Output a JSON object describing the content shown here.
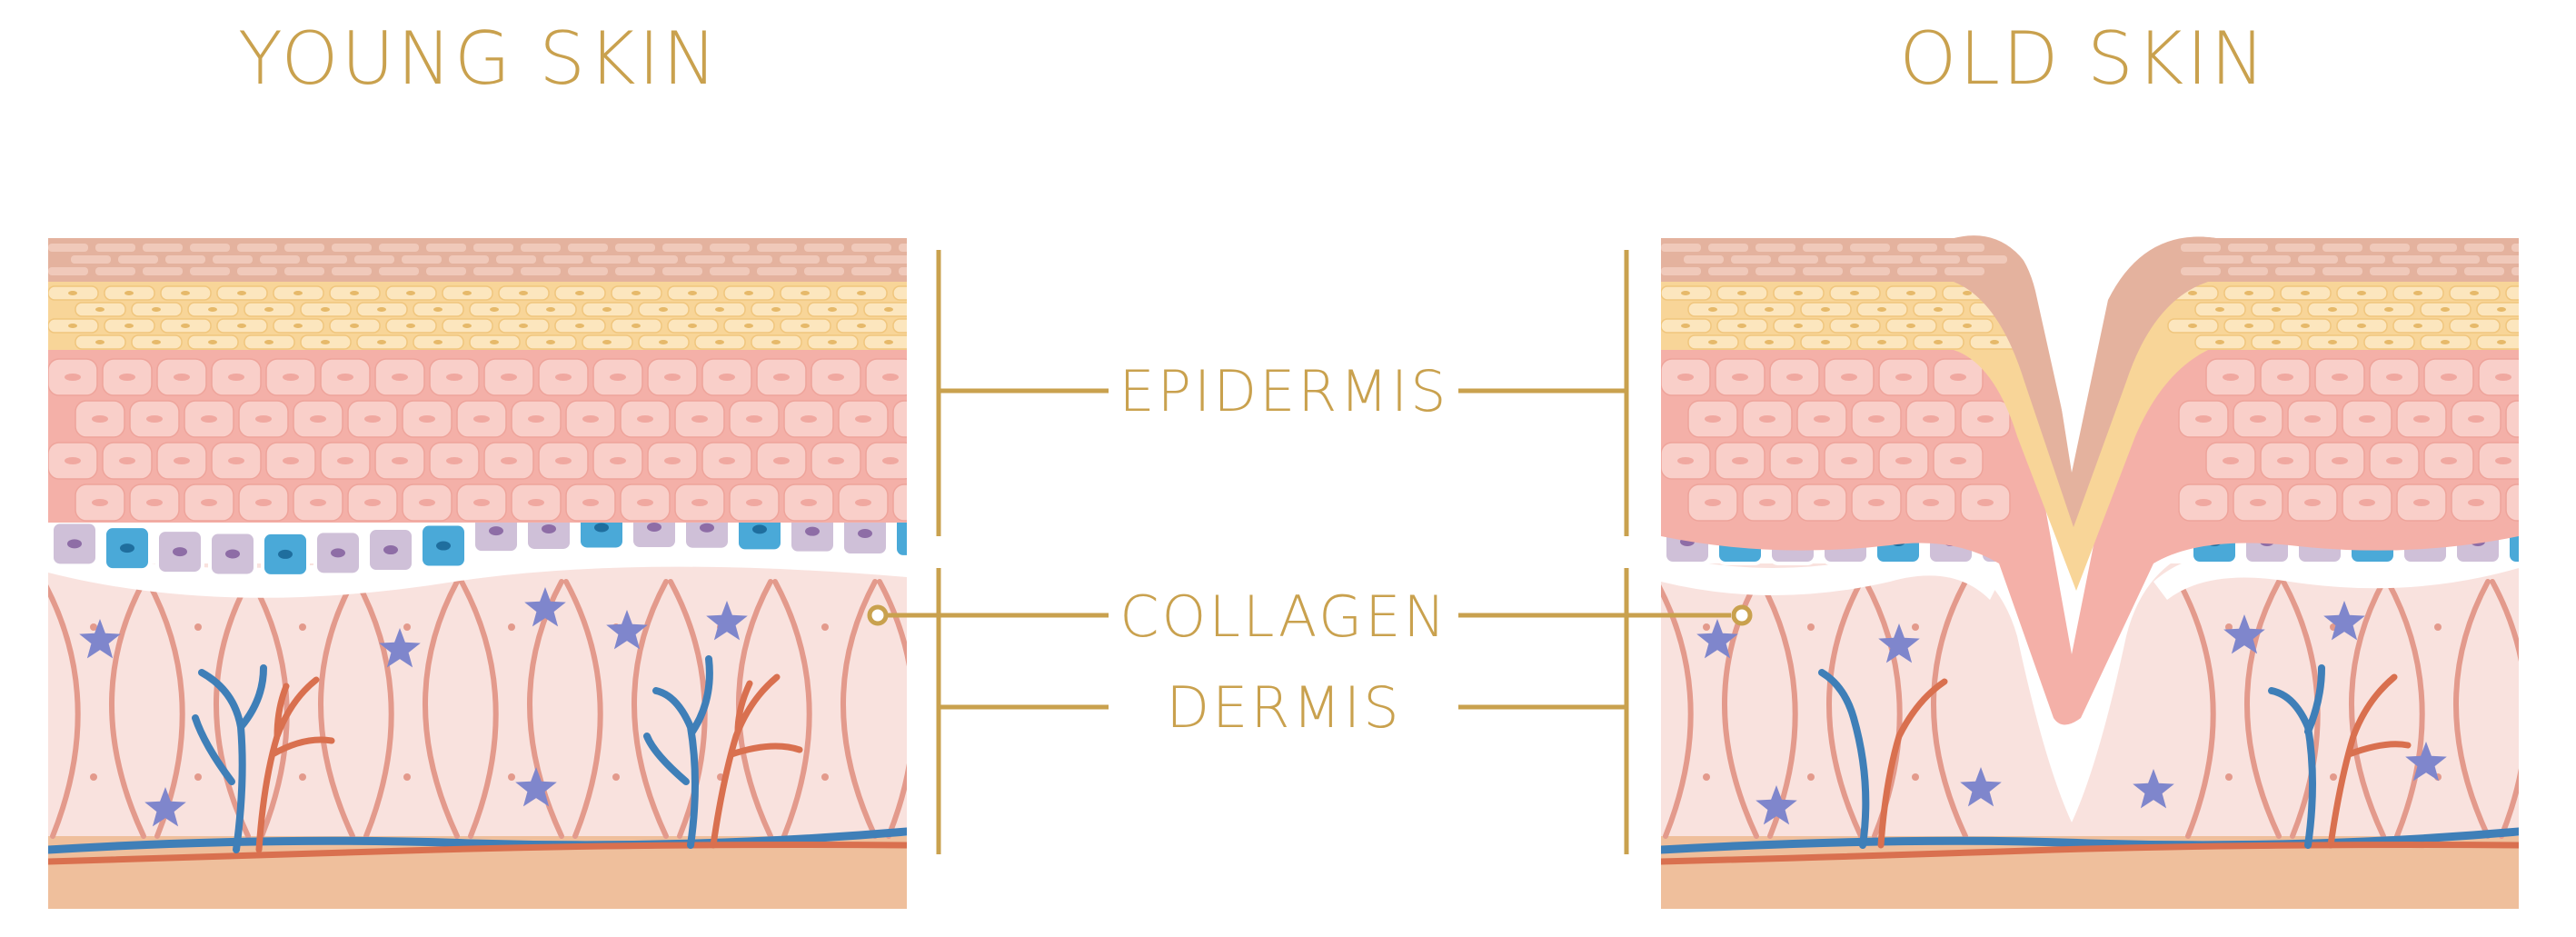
{
  "titles": {
    "young": "YOUNG SKIN",
    "old": "OLD SKIN"
  },
  "labels": {
    "epidermis": "EPIDERMIS",
    "collagen": "COLLAGEN",
    "dermis": "DERMIS"
  },
  "colors": {
    "gold": "#C9A14E",
    "stratum_corneum": "#E4B29E",
    "granular": "#F8D598",
    "spinous": "#F4B0A8",
    "basal_cell": "#CFC0D8",
    "blue_cell": "#4AA9D8",
    "dermis": "#F9E2DE",
    "collagen_fiber": "#E39A8C",
    "fibroblast": "#7F86CC",
    "vein": "#3F7FB8",
    "artery": "#D9704F",
    "hypodermis": "#EFBF9C"
  }
}
